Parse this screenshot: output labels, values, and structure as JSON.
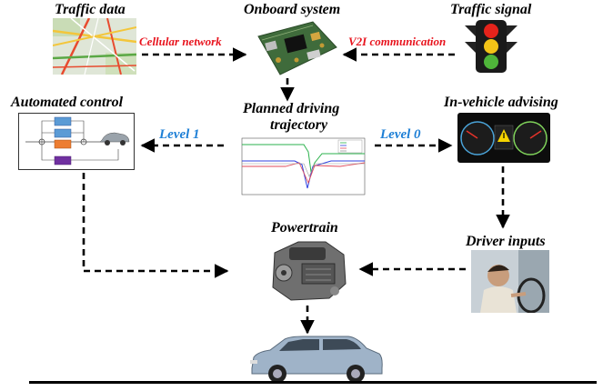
{
  "nodes": {
    "traffic_data": "Traffic data",
    "onboard_system": "Onboard system",
    "traffic_signal": "Traffic signal",
    "automated_control": "Automated control",
    "planned_trajectory_line1": "Planned driving",
    "planned_trajectory_line2": "trajectory",
    "in_vehicle_advising": "In-vehicle advising",
    "powertrain": "Powertrain",
    "driver_inputs": "Driver inputs"
  },
  "edges": {
    "cellular": "Cellular network",
    "v2i": "V2I communication",
    "level1": "Level 1",
    "level0": "Level 0"
  },
  "colors": {
    "edge_red": "#e8141e",
    "edge_blue": "#1d7fd6"
  }
}
